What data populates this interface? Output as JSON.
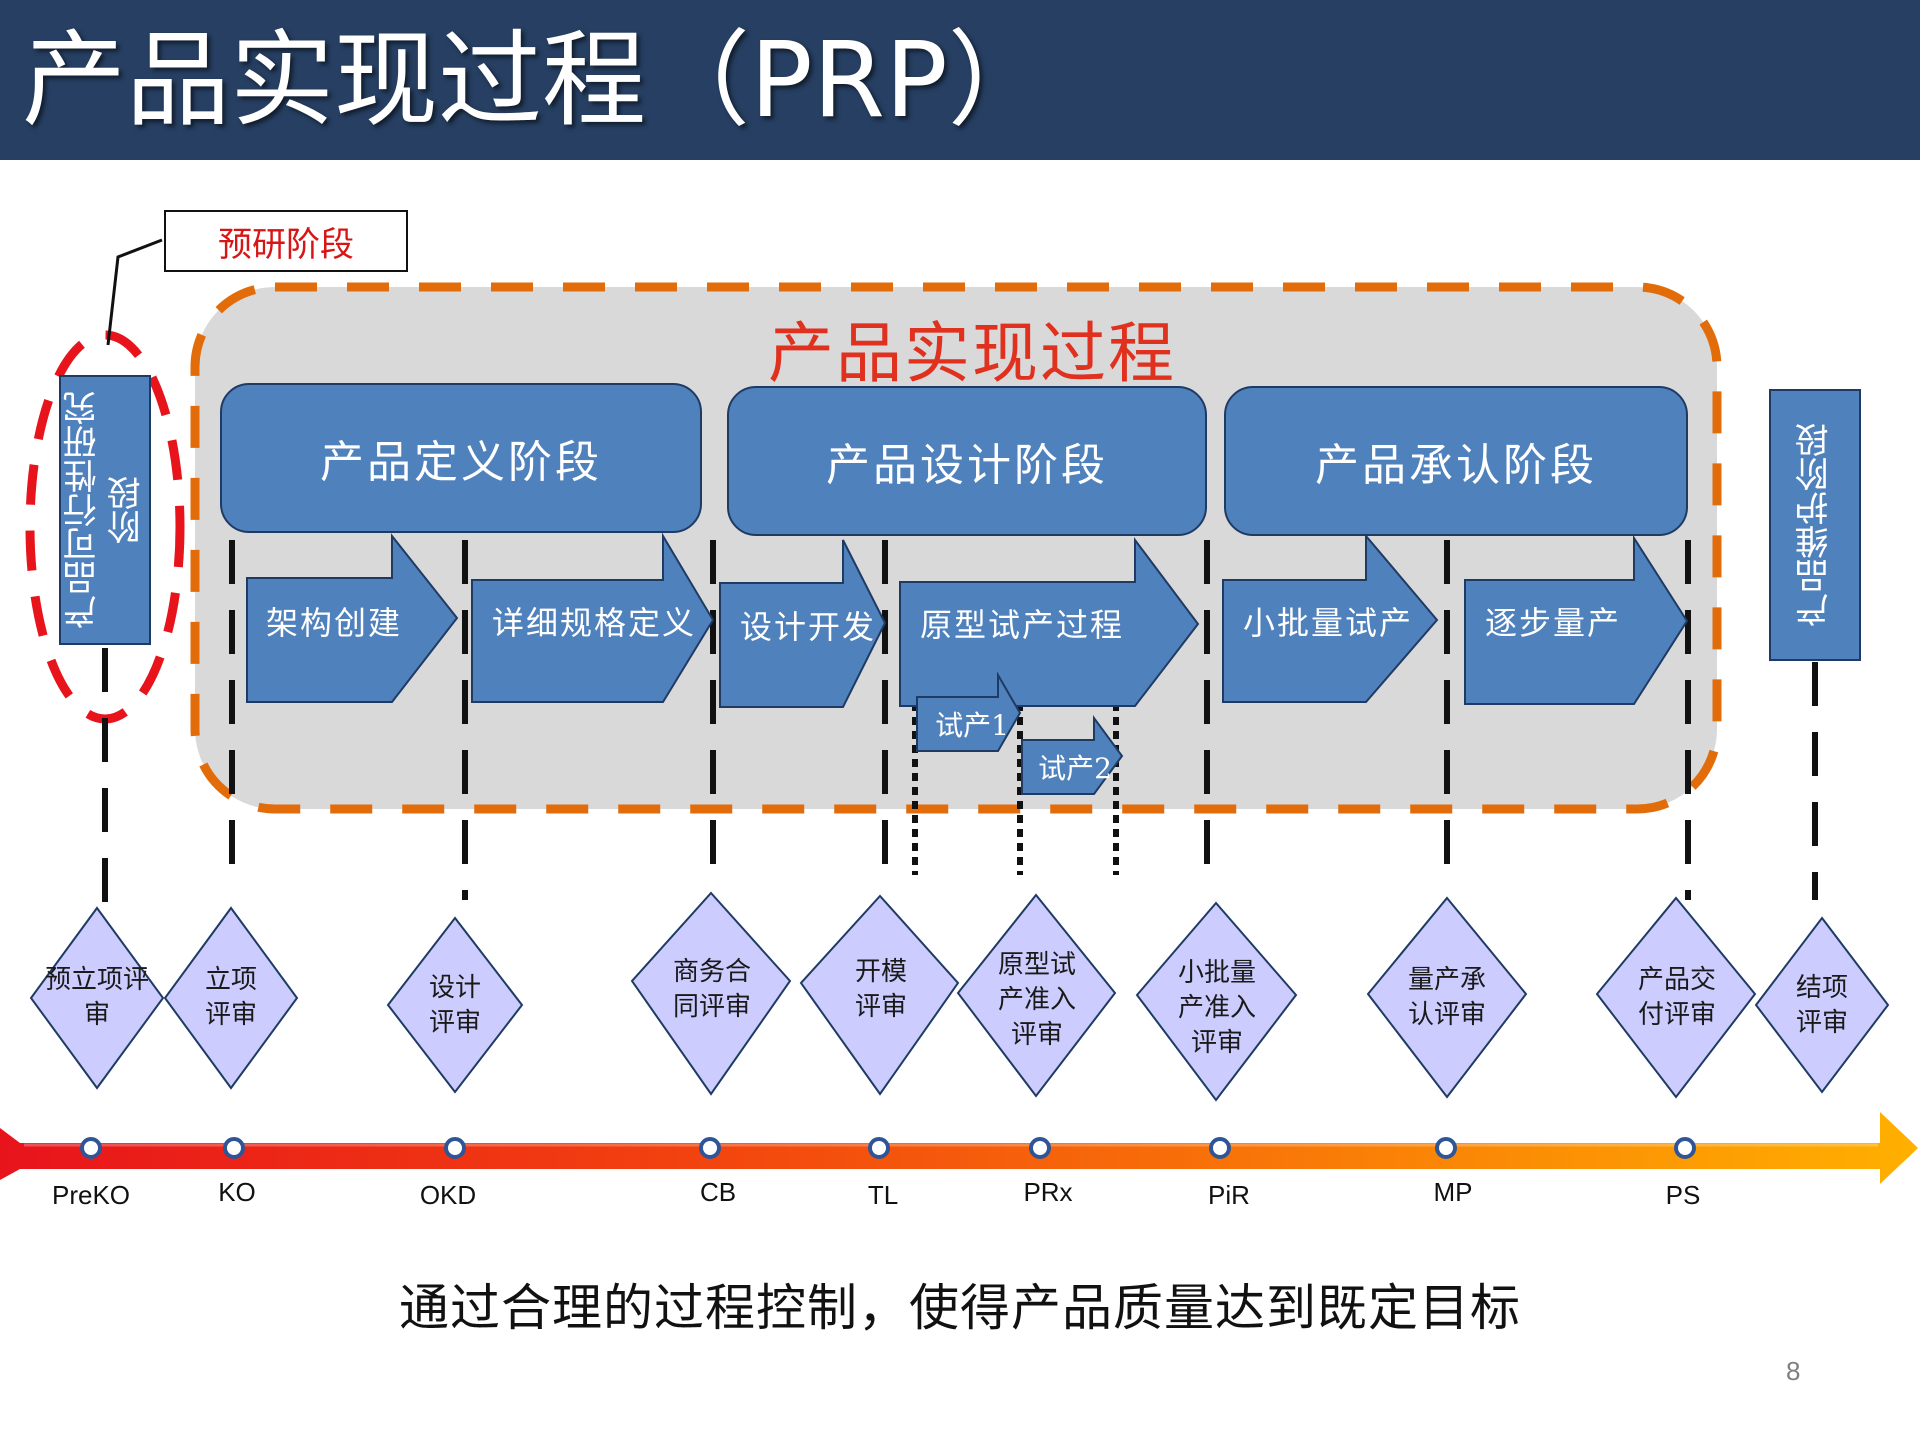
{
  "slide": {
    "title": "产品实现过程（PRP）",
    "prp_label": "产品实现过程",
    "pre_research_label": "预研阶段",
    "caption": "通过合理的过程控制，使得产品质量达到既定目标",
    "page_number": "8"
  },
  "side_stages": {
    "feasibility": "产品可行性研究阶段",
    "maintenance": "产品维护阶段"
  },
  "phases": [
    "产品定义阶段",
    "产品设计阶段",
    "产品承认阶段"
  ],
  "steps": [
    "架构创建",
    "详细规格定义",
    "设计开发",
    "原型试产过程",
    "小批量试产",
    "逐步量产"
  ],
  "trials": [
    "试产1",
    "试产2"
  ],
  "gates": [
    {
      "label": "预立项评审",
      "milestone": "PreKO"
    },
    {
      "label": "立项评审",
      "milestone": "KO"
    },
    {
      "label": "设计评审",
      "milestone": "OKD"
    },
    {
      "label": "商务合同评审",
      "milestone": "CB"
    },
    {
      "label": "开模评审",
      "milestone": "TL"
    },
    {
      "label": "原型试产准入评审",
      "milestone": "PRx"
    },
    {
      "label": "小批量产准入评审",
      "milestone": "PiR"
    },
    {
      "label": "量产承认评审",
      "milestone": "MP"
    },
    {
      "label": "产品交付评审",
      "milestone": "PS"
    },
    {
      "label": "结项评审",
      "milestone": ""
    }
  ],
  "colors": {
    "header": "#263f62",
    "box_fill": "#4f81bd",
    "box_stroke": "#1f3b63",
    "prp_border": "#e36c0a",
    "prp_fill": "#d9d9d9",
    "pre_research_ring": "#e8141c",
    "gate_fill": "#ccccff",
    "timeline_start": "#e8141c",
    "timeline_end": "#ffb000"
  }
}
